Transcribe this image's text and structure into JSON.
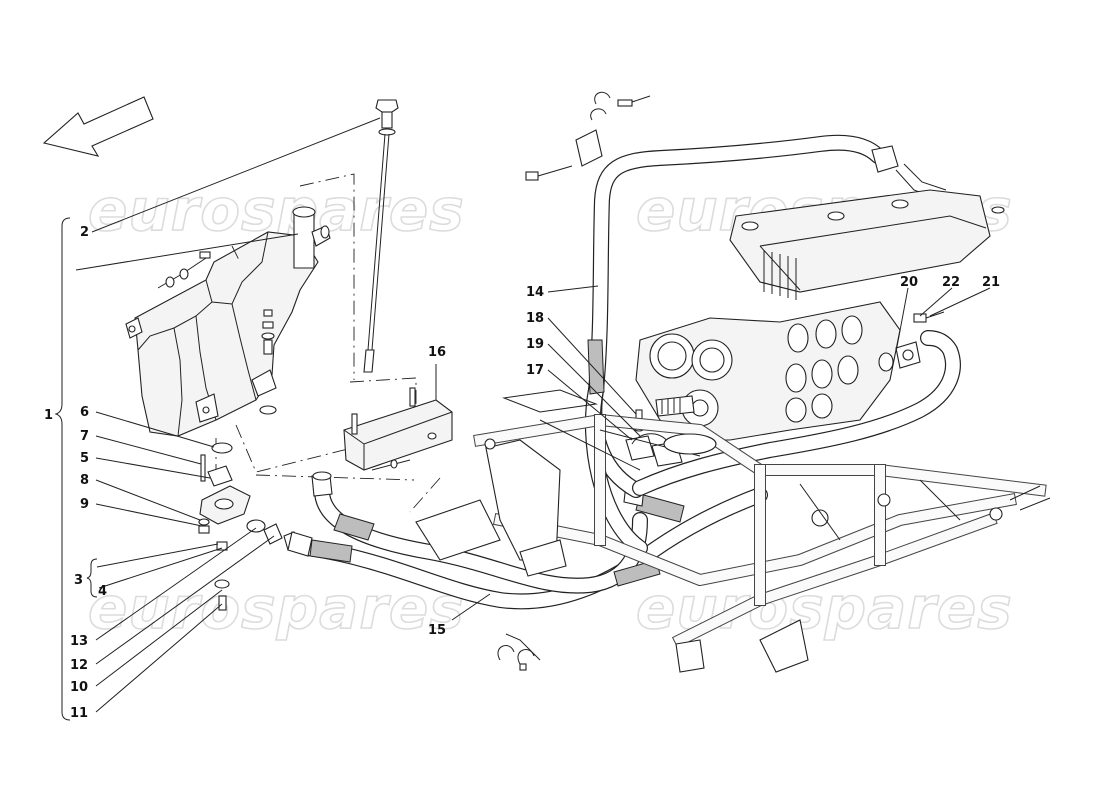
{
  "diagram": {
    "watermark_text": "eurospares",
    "callouts": [
      {
        "id": "1",
        "label": "1"
      },
      {
        "id": "2",
        "label": "2"
      },
      {
        "id": "3",
        "label": "3"
      },
      {
        "id": "4",
        "label": "4"
      },
      {
        "id": "5",
        "label": "5"
      },
      {
        "id": "6",
        "label": "6"
      },
      {
        "id": "7",
        "label": "7"
      },
      {
        "id": "8",
        "label": "8"
      },
      {
        "id": "9",
        "label": "9"
      },
      {
        "id": "10",
        "label": "10"
      },
      {
        "id": "11",
        "label": "11"
      },
      {
        "id": "12",
        "label": "12"
      },
      {
        "id": "13",
        "label": "13"
      },
      {
        "id": "14",
        "label": "14"
      },
      {
        "id": "15",
        "label": "15"
      },
      {
        "id": "16",
        "label": "16"
      },
      {
        "id": "17",
        "label": "17"
      },
      {
        "id": "18",
        "label": "18"
      },
      {
        "id": "19",
        "label": "19"
      },
      {
        "id": "20",
        "label": "20"
      },
      {
        "id": "21",
        "label": "21"
      },
      {
        "id": "22",
        "label": "22"
      }
    ]
  }
}
